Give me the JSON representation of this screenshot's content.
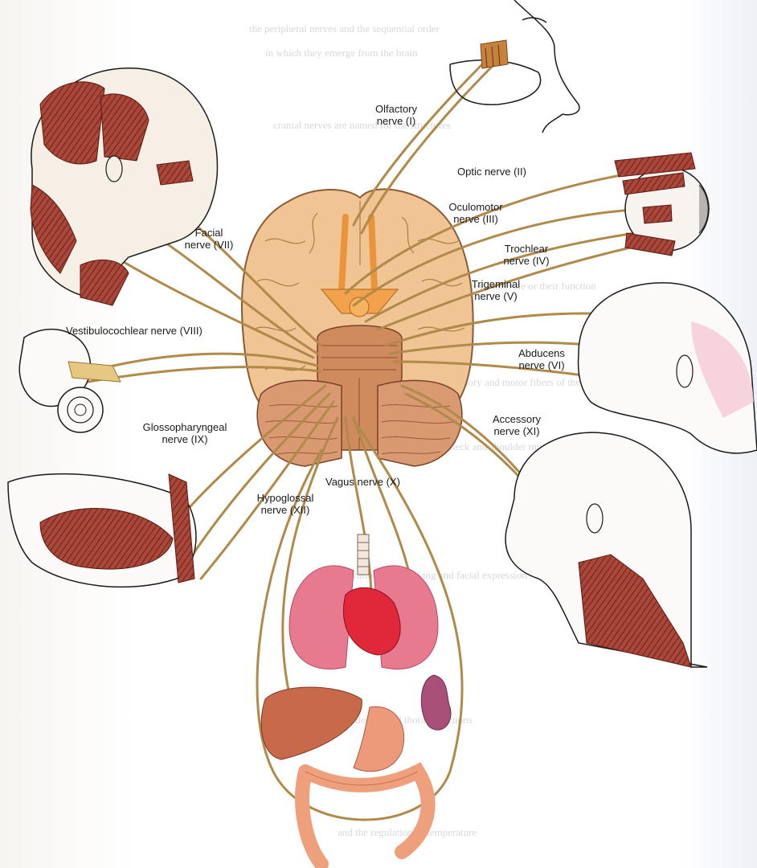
{
  "labels": {
    "olfactory": [
      "Olfactory",
      "nerve (I)"
    ],
    "optic": "Optic nerve (II)",
    "oculomotor": [
      "Oculomotor",
      "nerve (III)"
    ],
    "trochlear": [
      "Trochlear",
      "nerve (IV)"
    ],
    "trigeminal": [
      "Trigeminal",
      "nerve (V)"
    ],
    "abducens": [
      "Abducens",
      "nerve (VI)"
    ],
    "facial": [
      "Facial",
      "nerve (VII)"
    ],
    "vestibulocochlear": "Vestibulocochlear nerve (VIII)",
    "glossopharyngeal": [
      "Glossopharyngeal",
      "nerve (IX)"
    ],
    "vagus": "Vagus nerve (X)",
    "accessory": [
      "Accessory",
      "nerve (XI)"
    ],
    "hypoglossal": [
      "Hypoglossal",
      "nerve (XII)"
    ]
  },
  "colors": {
    "nerve": "#b08a4a",
    "nerve_light": "#d8bd7c",
    "brain": "#f0c493",
    "brainstem": "#cf8a5e",
    "cerebellum": "#d99a72",
    "muscle": "#9b3a2e",
    "lung": "#e87a90",
    "heart": "#e0283a",
    "liver": "#c86a4a",
    "stomach": "#ec9a7a",
    "kidney": "#a95078",
    "ink": "#1a1a1a"
  }
}
